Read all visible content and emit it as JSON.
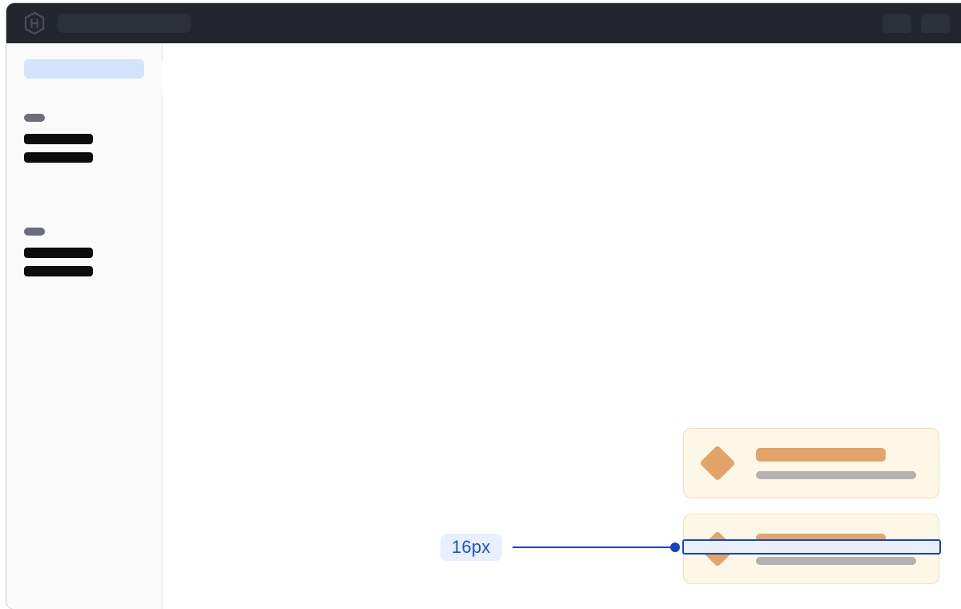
{
  "app": {
    "title": "",
    "logo_icon": "hashicorp-hexagon-logo"
  },
  "topbar": {
    "search": {
      "icon": "search-icon",
      "value": "",
      "placeholder": ""
    },
    "actions": [
      {
        "name": "topbar-pill-1",
        "label": ""
      },
      {
        "name": "topbar-pill-2",
        "label": ""
      }
    ]
  },
  "sidebar": {
    "collapse_handle_icon": "sidebar-collapse-handle",
    "active_item": {
      "label": ""
    },
    "groups": [
      {
        "group_label": "",
        "items": [
          {
            "label": ""
          },
          {
            "label": ""
          }
        ]
      },
      {
        "group_label": "",
        "items": [
          {
            "label": ""
          },
          {
            "label": ""
          }
        ]
      }
    ]
  },
  "canvas": {
    "measurement": {
      "value": "16px",
      "line_color": "#1544c4",
      "label_bg": "#e8f0fe",
      "label_fg": "#1b4fd8",
      "highlight_fill": "#eaf1fd",
      "highlight_border": "#1544c4"
    },
    "cards": [
      {
        "name": "card-1",
        "icon": "diamond-icon",
        "icon_color": "#e2a468",
        "bg": "#fdf7e7",
        "border": "#f3e0b4",
        "primary_line": "",
        "secondary_line": ""
      },
      {
        "name": "card-2",
        "icon": "diamond-icon",
        "icon_color": "#e2a468",
        "bg": "#fdf7e7",
        "border": "#f3e0b4",
        "primary_line": "",
        "secondary_line": ""
      }
    ]
  },
  "theme": {
    "topbar_bg": "#23262d",
    "sidebar_bg": "#fafafb",
    "canvas_bg": "#ffffff",
    "accent_blue": "#1544c4",
    "nav_highlight": "#d3e3fb"
  }
}
